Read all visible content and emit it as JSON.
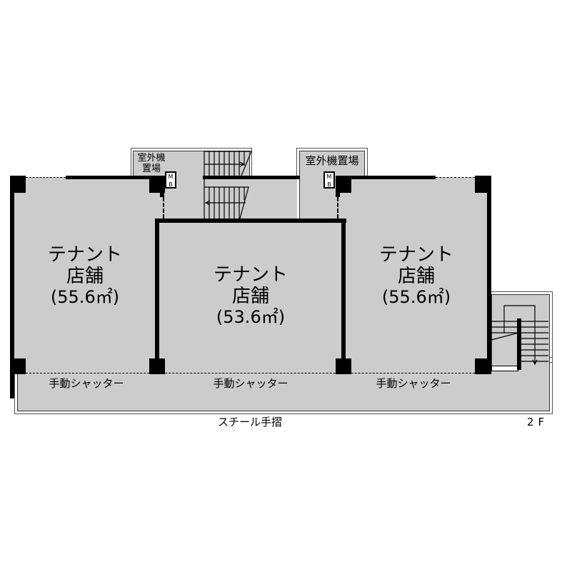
{
  "floor_plan": {
    "floor_label": "2F",
    "colors": {
      "room_fill": "#cccccc",
      "wall": "#000000",
      "background": "#ffffff"
    },
    "units": [
      {
        "id": "left",
        "type": "テナント",
        "use": "店舗",
        "area": "(55.6㎡)"
      },
      {
        "id": "center",
        "type": "テナント",
        "use": "店舗",
        "area": "(53.6㎡)"
      },
      {
        "id": "right",
        "type": "テナント",
        "use": "店舗",
        "area": "(55.6㎡)"
      }
    ],
    "shutters": [
      {
        "label": "手動シャッター"
      },
      {
        "label": "手動シャッター"
      },
      {
        "label": "手動シャッター"
      }
    ],
    "outdoor_unit_left": {
      "line1": "室外機",
      "line2": "置場"
    },
    "outdoor_unit_right": {
      "label": "室外機置場"
    },
    "mb_left": {
      "line1": "M",
      "line2": "B"
    },
    "mb_right": {
      "line1": "M",
      "line2": "B"
    },
    "railing": "スチール手摺"
  }
}
